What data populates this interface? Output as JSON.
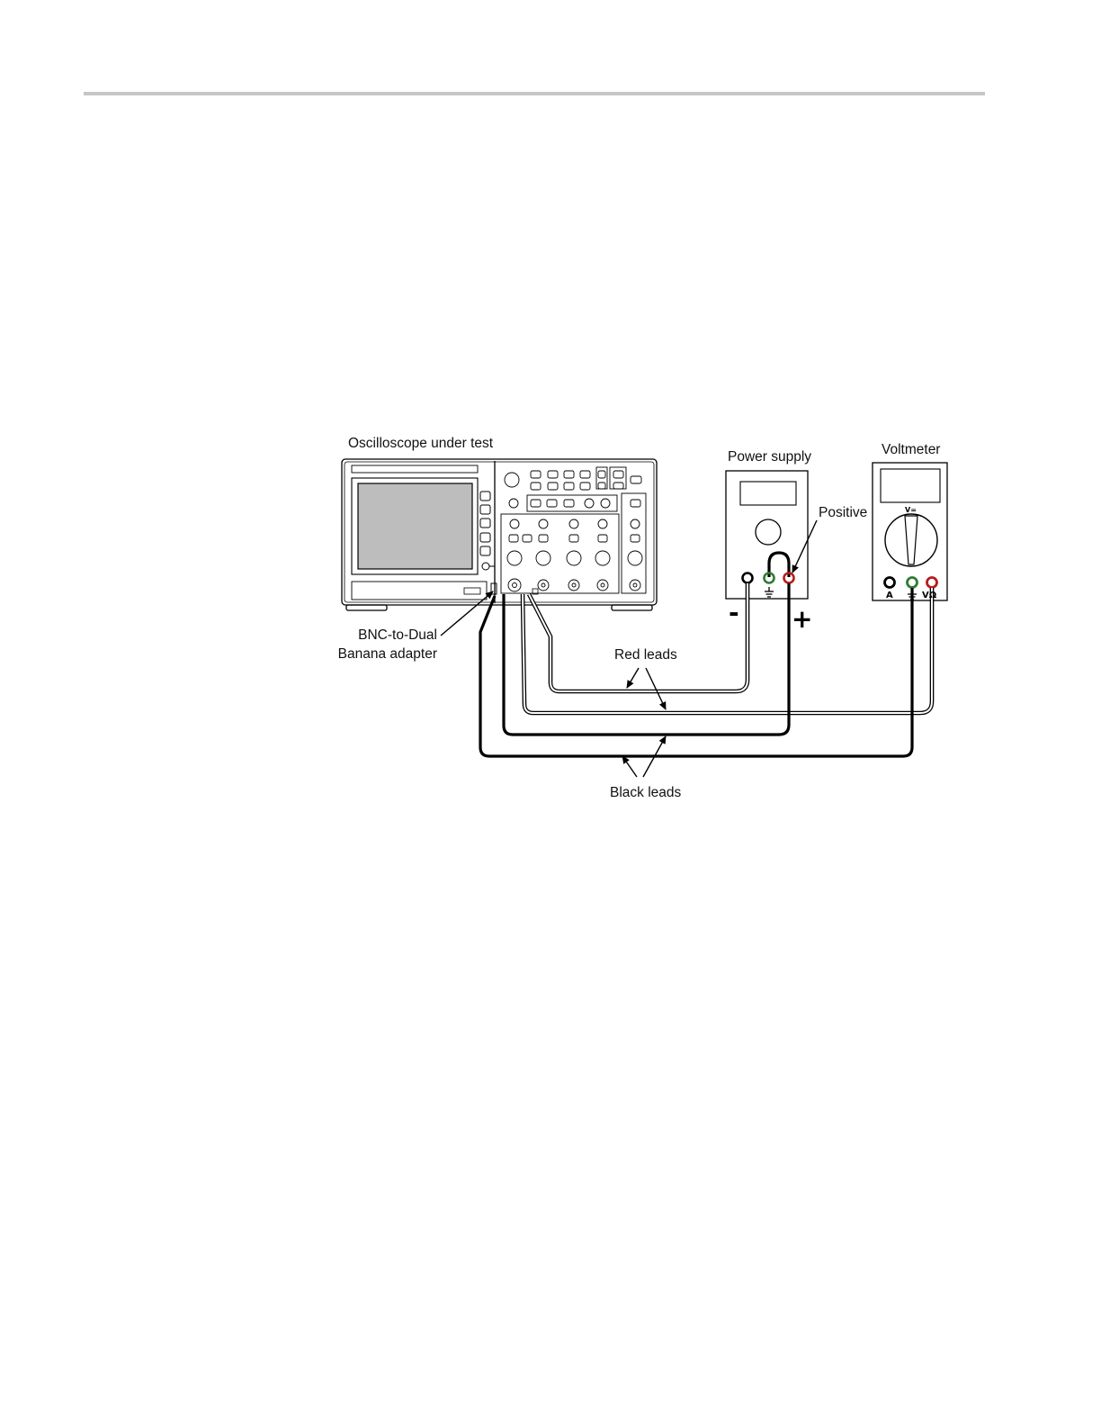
{
  "page": {},
  "diagram": {
    "labels": {
      "oscilloscope": "Oscilloscope under test",
      "power_supply": "Power supply",
      "voltmeter": "Voltmeter",
      "positive": "Positive",
      "adapter_line1": "BNC-to-Dual",
      "adapter_line2": "Banana adapter",
      "red_leads": "Red leads",
      "black_leads": "Black leads",
      "minus_sign": "-",
      "plus_sign": "+",
      "voltmeter_range": "V=",
      "voltmeter_terminal_a": "A",
      "voltmeter_terminal_vohm": "VΩ"
    },
    "colors": {
      "terminal_ground": "#2e7d32",
      "terminal_positive": "#b71c1c",
      "line": "#000000",
      "page_rule": "#c6c6c6"
    },
    "icons": [
      "ground-icon"
    ]
  }
}
